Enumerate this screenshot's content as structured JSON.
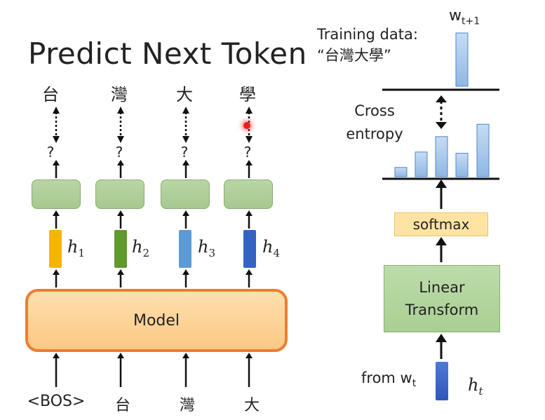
{
  "title": "Predict Next Token",
  "training": {
    "line1": "Training data:",
    "line2": "“台灣大學”"
  },
  "target": {
    "base": "w",
    "sub": "t+1"
  },
  "outputs": [
    "台",
    "灣",
    "大",
    "學"
  ],
  "unknown": "?",
  "hidden": [
    {
      "base": "h",
      "sub": "1",
      "color": "#f7b500"
    },
    {
      "base": "h",
      "sub": "2",
      "color": "#5f9a2f"
    },
    {
      "base": "h",
      "sub": "3",
      "color": "#5b9bd5"
    },
    {
      "base": "h",
      "sub": "4",
      "color": "#3463c4"
    }
  ],
  "model_label": "Model",
  "inputs": [
    "<BOS>",
    "台",
    "灣",
    "大"
  ],
  "cross_entropy": {
    "line1": "Cross",
    "line2": "entropy"
  },
  "target_distribution": [
    0,
    0,
    0,
    1,
    0
  ],
  "predicted_distribution": [
    0.15,
    0.4,
    0.65,
    0.38,
    0.85
  ],
  "softmax_label": "softmax",
  "linear_label": {
    "line1": "Linear",
    "line2": "Transform"
  },
  "from": {
    "base": "from w",
    "sub": "t"
  },
  "ht": {
    "base": "h",
    "sub": "t"
  },
  "colors": {
    "model_border": "#ed7d31",
    "green_box": "#a9cf92",
    "bar_blue": "#9dc3e6"
  }
}
